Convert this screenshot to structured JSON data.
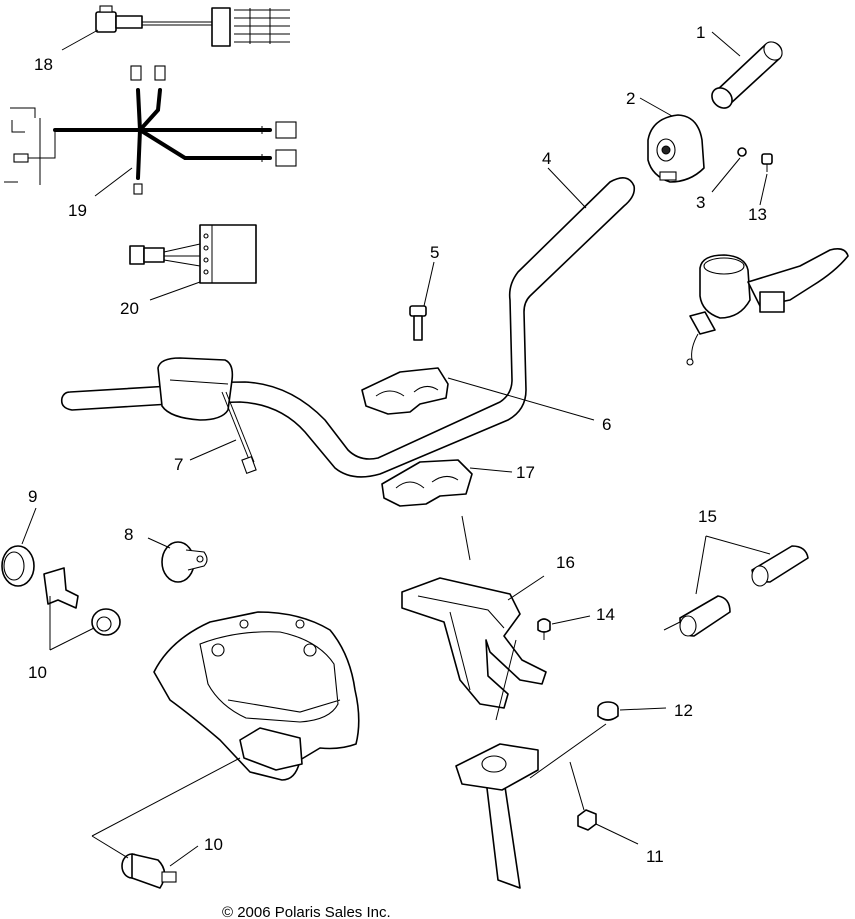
{
  "labels": {
    "l1": "1",
    "l2": "2",
    "l3": "3",
    "l4": "4",
    "l5": "5",
    "l6": "6",
    "l7": "7",
    "l8": "8",
    "l9": "9",
    "l10a": "10",
    "l10b": "10",
    "l11": "11",
    "l12": "12",
    "l13": "13",
    "l14": "14",
    "l15": "15",
    "l16": "16",
    "l17": "17",
    "l18": "18",
    "l19": "19",
    "l20": "20"
  },
  "copyright": "© 2006 Polaris Sales Inc."
}
